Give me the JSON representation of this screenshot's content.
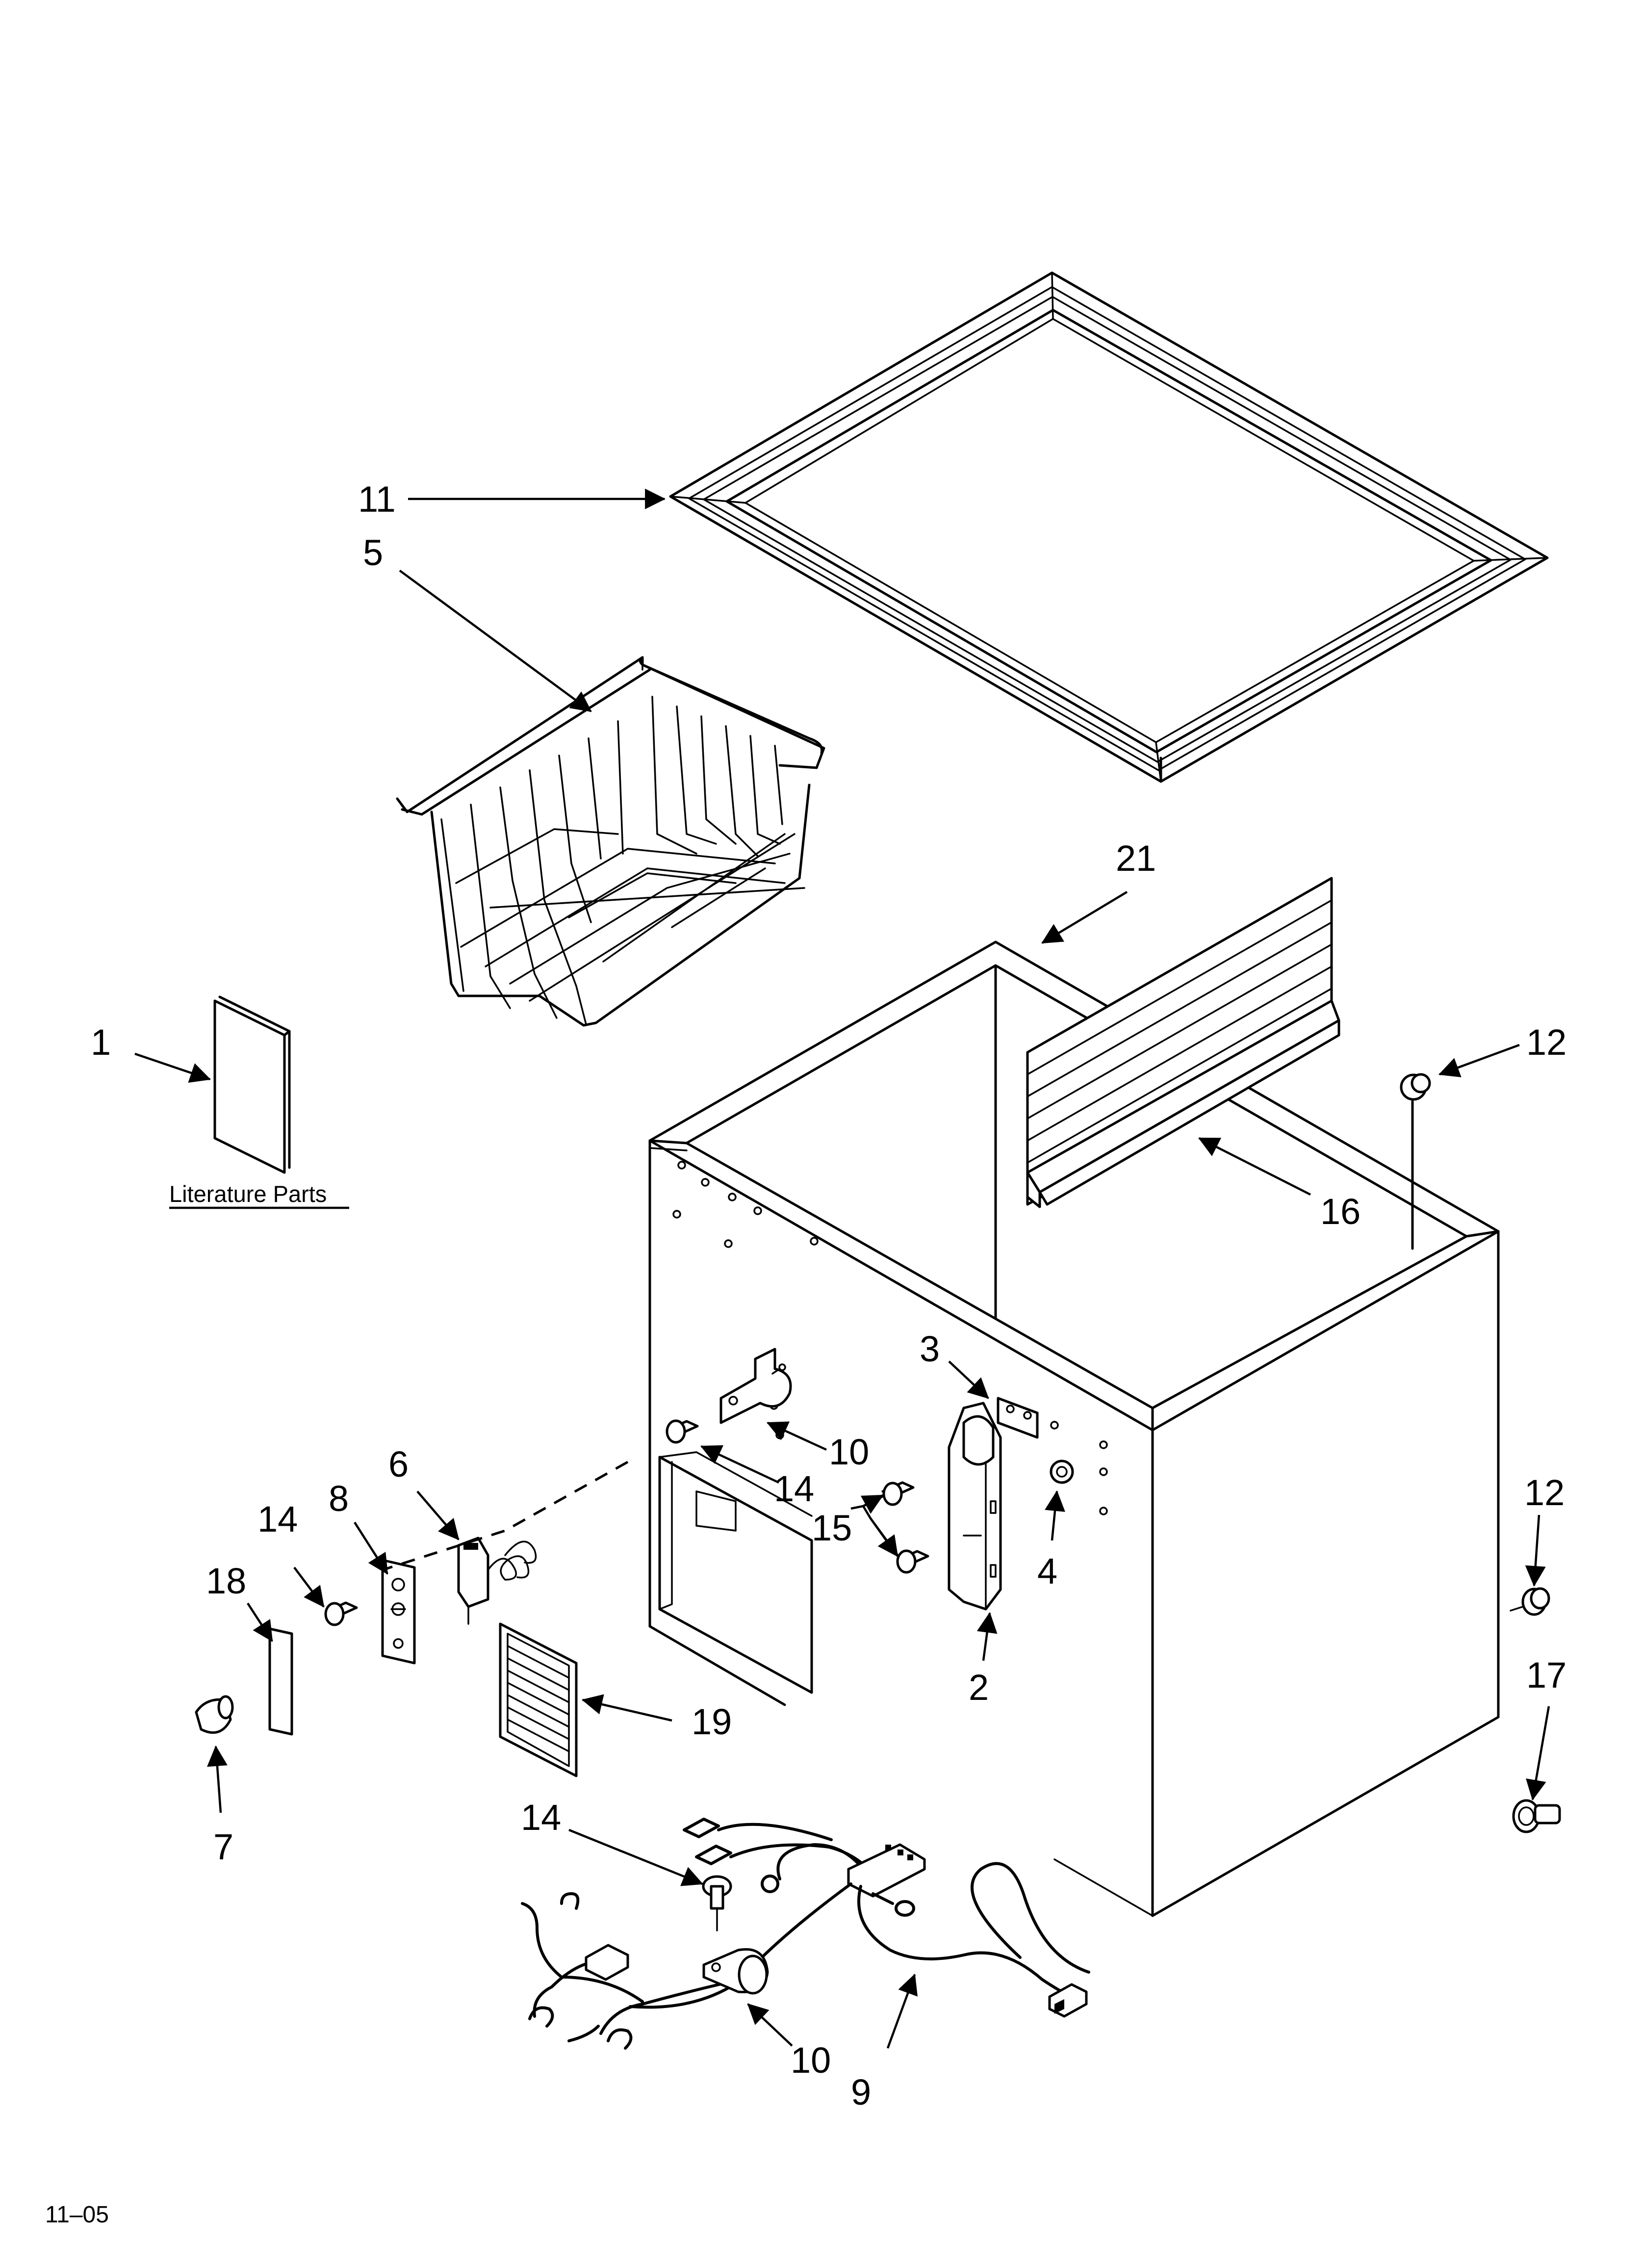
{
  "footer": {
    "code": "11–05"
  },
  "literature_label": "Literature Parts",
  "callouts": {
    "c11": "11",
    "c5": "5",
    "c21": "21",
    "c1": "1",
    "c12a": "12",
    "c16": "16",
    "c3": "3",
    "c10a": "10",
    "c14a": "14",
    "c6": "6",
    "c14b": "14",
    "c8": "8",
    "c18": "18",
    "c15": "15",
    "c4": "4",
    "c12b": "12",
    "c2": "2",
    "c19": "19",
    "c17": "17",
    "c7": "7",
    "c14c": "14",
    "c10b": "10",
    "c9": "9"
  },
  "colors": {
    "line": "#000000",
    "background": "#ffffff"
  }
}
